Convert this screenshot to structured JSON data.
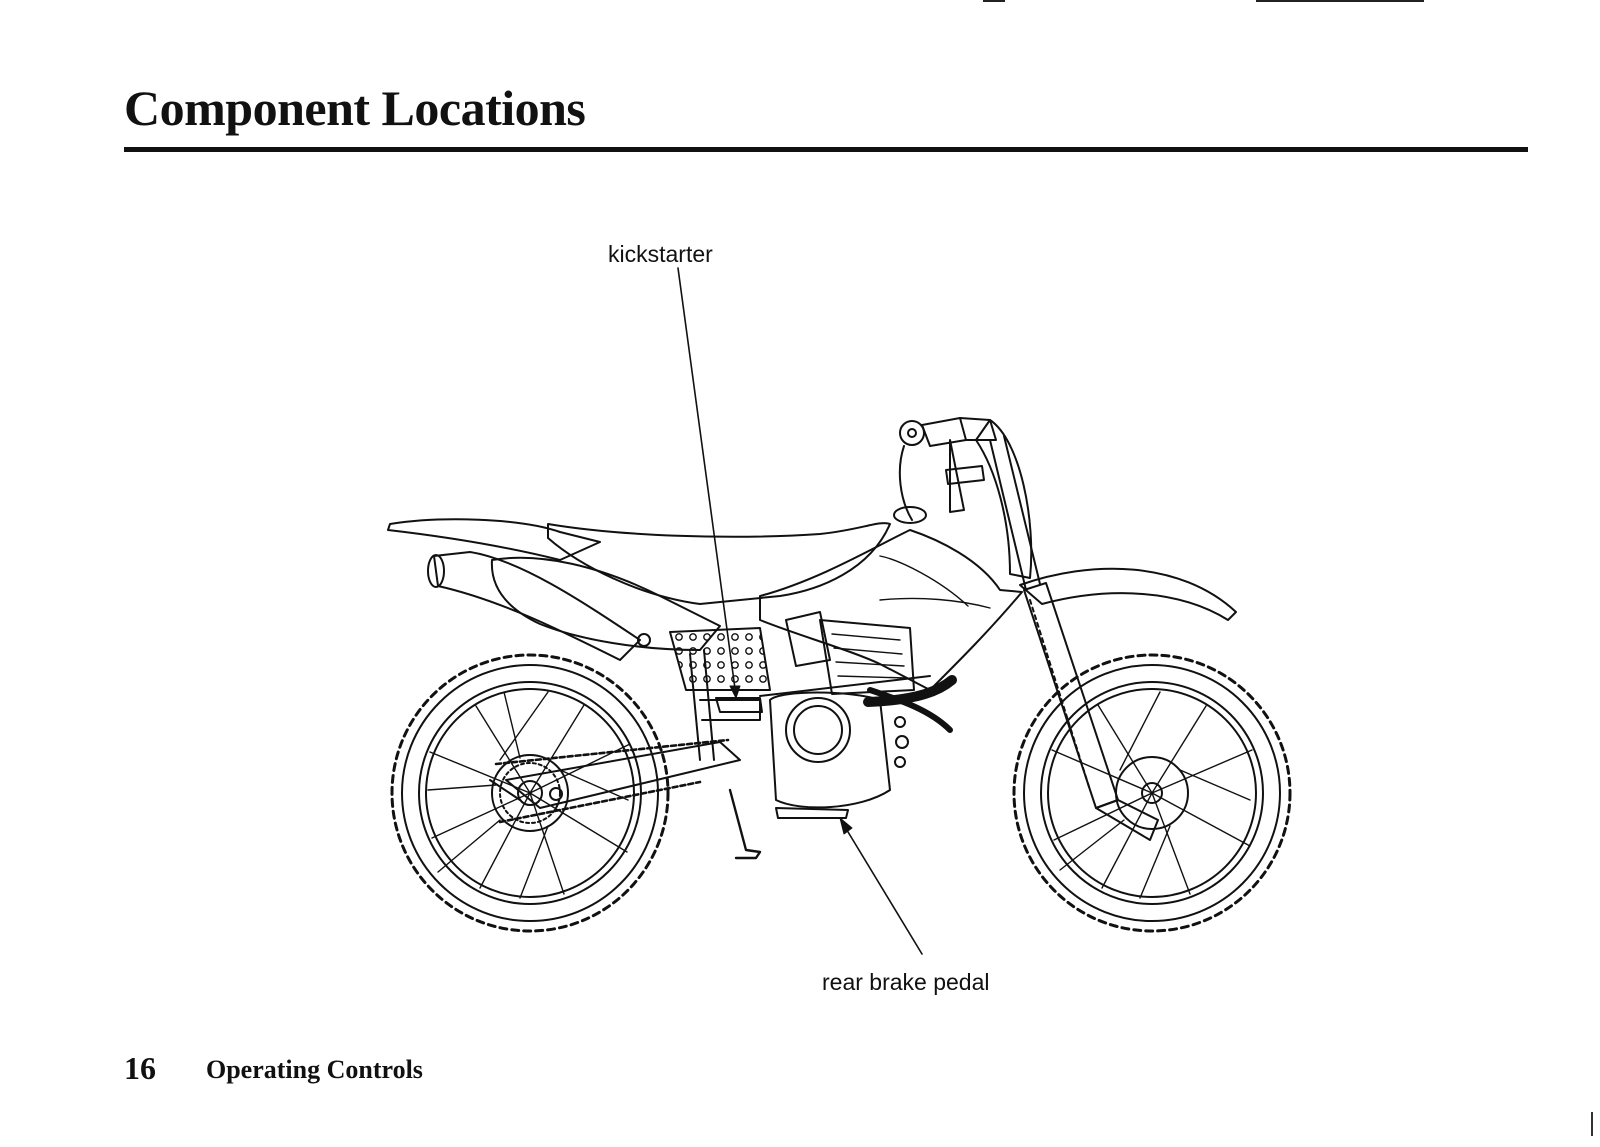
{
  "header": {
    "title": "Component Locations"
  },
  "diagram": {
    "subject": "motorcycle-side-view",
    "callouts": {
      "kickstarter": "kickstarter",
      "rear_brake_pedal": "rear brake pedal"
    }
  },
  "footer": {
    "page_number": "16",
    "section": "Operating Controls"
  }
}
